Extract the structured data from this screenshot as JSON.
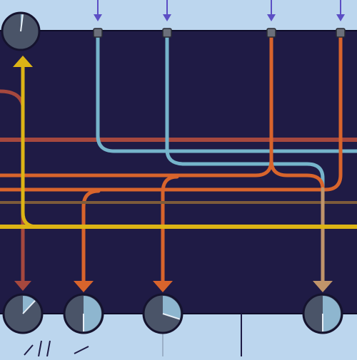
{
  "colors": {
    "panel_light": "#bcd6ee",
    "canvas_dark": "#1f1b45",
    "wire_orange": "#d8642c",
    "wire_red": "#a6483e",
    "wire_cyan": "#76b4cb",
    "wire_yellow": "#dcb415",
    "wire_tan": "#c0946a",
    "wire_brown": "#7d5b3a",
    "knob_fill": "#4a5468",
    "knob_light": "#8eb6cf",
    "port_marker": "#5c4fc4"
  },
  "top_ports": [
    {
      "id": "input-1",
      "wire": "cyan"
    },
    {
      "id": "input-2",
      "wire": "cyan"
    },
    {
      "id": "input-3",
      "wire": "orange"
    },
    {
      "id": "input-4",
      "wire": "orange"
    }
  ],
  "top_knob": {
    "id": "top-left-dial",
    "level": 0.02
  },
  "bottom_knobs": [
    {
      "id": "dial-1",
      "level": 0.12
    },
    {
      "id": "dial-2",
      "level": 0.5
    },
    {
      "id": "dial-3",
      "level": 0.3
    },
    {
      "id": "dial-4",
      "level": 0.5
    }
  ]
}
